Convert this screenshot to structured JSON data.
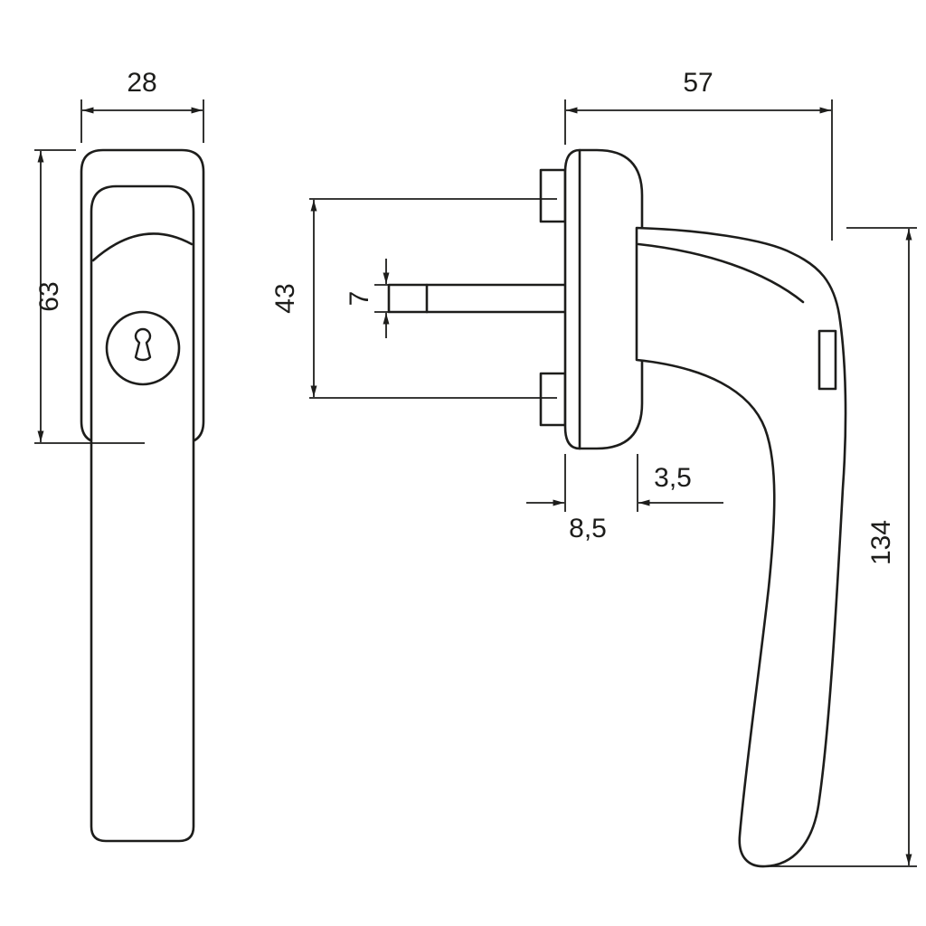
{
  "drawing": {
    "background": "#ffffff",
    "line_color": "#1d1d1b",
    "dimensions": {
      "front_width": "28",
      "front_height": "63",
      "side_depth": "57",
      "screw_spacing": "43",
      "spindle_size": "7",
      "gap_small": "3,5",
      "gap_large": "8,5",
      "handle_length": "134"
    }
  }
}
